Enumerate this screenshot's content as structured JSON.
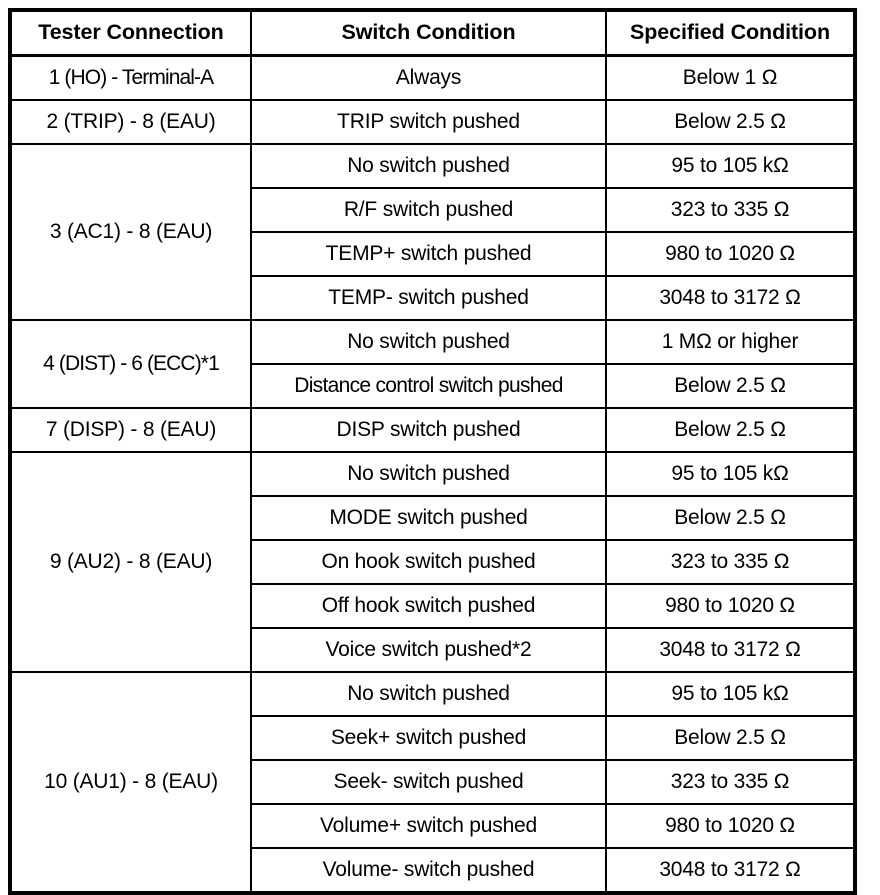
{
  "table": {
    "columns": [
      "Tester Connection",
      "Switch Condition",
      "Specified Condition"
    ],
    "groups": [
      {
        "connection": "1 (HO) - Terminal-A",
        "rows": [
          {
            "switch_condition": "Always",
            "specified_condition": "Below 1 Ω"
          }
        ]
      },
      {
        "connection": "2 (TRIP) - 8 (EAU)",
        "rows": [
          {
            "switch_condition": "TRIP switch pushed",
            "specified_condition": "Below 2.5 Ω"
          }
        ]
      },
      {
        "connection": "3 (AC1) - 8 (EAU)",
        "rows": [
          {
            "switch_condition": "No switch pushed",
            "specified_condition": "95 to 105 kΩ"
          },
          {
            "switch_condition": "R/F switch pushed",
            "specified_condition": "323 to 335 Ω"
          },
          {
            "switch_condition": "TEMP+ switch pushed",
            "specified_condition": "980 to 1020 Ω"
          },
          {
            "switch_condition": "TEMP- switch pushed",
            "specified_condition": "3048 to 3172 Ω"
          }
        ]
      },
      {
        "connection": "4 (DIST) - 6 (ECC)*1",
        "rows": [
          {
            "switch_condition": "No switch pushed",
            "specified_condition": "1 MΩ or higher"
          },
          {
            "switch_condition": "Distance control switch pushed",
            "specified_condition": "Below 2.5 Ω"
          }
        ]
      },
      {
        "connection": "7 (DISP) - 8 (EAU)",
        "rows": [
          {
            "switch_condition": "DISP switch pushed",
            "specified_condition": "Below 2.5 Ω"
          }
        ]
      },
      {
        "connection": "9 (AU2) - 8 (EAU)",
        "rows": [
          {
            "switch_condition": "No switch pushed",
            "specified_condition": "95 to 105 kΩ"
          },
          {
            "switch_condition": "MODE switch pushed",
            "specified_condition": "Below 2.5 Ω"
          },
          {
            "switch_condition": "On hook switch pushed",
            "specified_condition": "323 to 335 Ω"
          },
          {
            "switch_condition": "Off hook switch pushed",
            "specified_condition": "980 to 1020 Ω"
          },
          {
            "switch_condition": "Voice switch pushed*2",
            "specified_condition": "3048 to 3172 Ω"
          }
        ]
      },
      {
        "connection": "10 (AU1) - 8 (EAU)",
        "rows": [
          {
            "switch_condition": "No switch pushed",
            "specified_condition": "95 to 105 kΩ"
          },
          {
            "switch_condition": "Seek+ switch pushed",
            "specified_condition": "Below 2.5 Ω"
          },
          {
            "switch_condition": "Seek- switch pushed",
            "specified_condition": "323 to 335 Ω"
          },
          {
            "switch_condition": "Volume+ switch pushed",
            "specified_condition": "980 to 1020 Ω"
          },
          {
            "switch_condition": "Volume- switch pushed",
            "specified_condition": "3048 to 3172 Ω"
          }
        ]
      }
    ]
  },
  "style": {
    "border_color": "#000000",
    "background_color": "#ffffff",
    "text_color": "#000000"
  }
}
